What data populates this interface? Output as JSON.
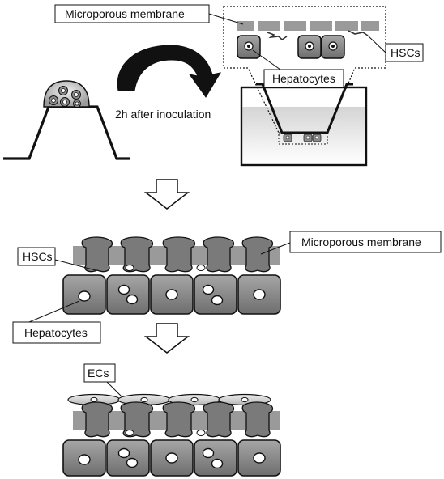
{
  "labels": {
    "membrane_top": "Microporous membrane",
    "hscs_top": "HSCs",
    "hepatocytes_top": "Hepatocytes",
    "inoculation_time": "2h after inoculation",
    "membrane_mid": "Microporous membrane",
    "hscs_mid": "HSCs",
    "hepatocytes_mid": "Hepatocytes",
    "ecs_bottom": "ECs"
  },
  "colors": {
    "cell_fill": "#8c8c8c",
    "cell_dark": "#5e5e5e",
    "membrane": "#9a9a9a",
    "hsc": "#7a7a7a",
    "ec": "#d6d6d6",
    "nucleus": "#ffffff",
    "stroke": "#111111"
  }
}
